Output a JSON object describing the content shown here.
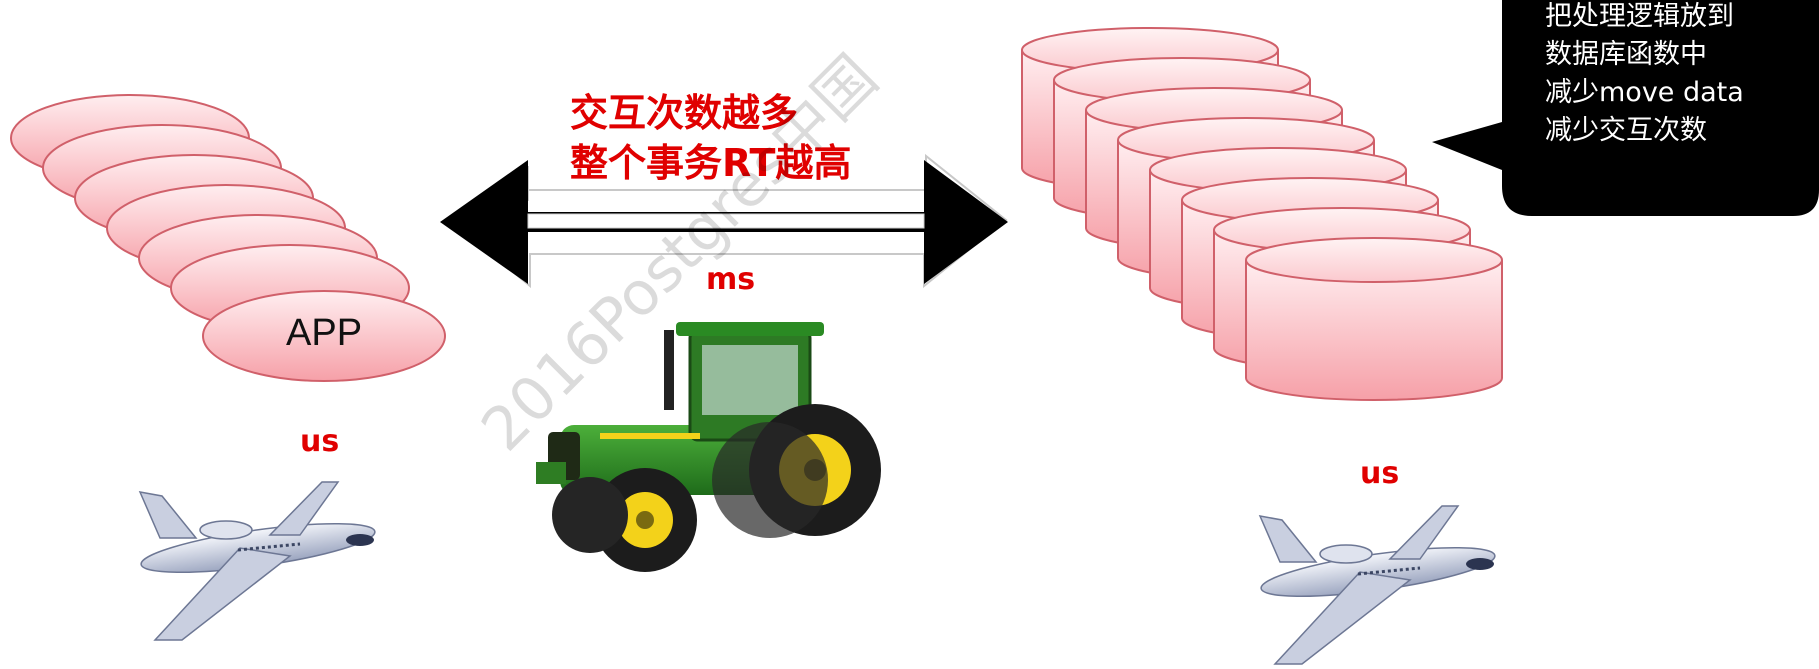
{
  "app": {
    "label": "APP"
  },
  "interaction": {
    "line1": "交互次数越多",
    "line2": "整个事务RT越高",
    "latency": "ms"
  },
  "app_side": {
    "latency": "us"
  },
  "db_side": {
    "latency": "us"
  },
  "callout": {
    "lines": [
      "把处理逻辑放到",
      "数据库函数中",
      "减少move data",
      "减少交互次数"
    ]
  },
  "watermark": "2016Postgres中国",
  "colors": {
    "shape_fill_top": "#ffe3e6",
    "shape_fill_bottom": "#f7a6ad",
    "shape_stroke": "#d0606a",
    "accent_red": "#e00000",
    "callout_bg": "#000000"
  }
}
